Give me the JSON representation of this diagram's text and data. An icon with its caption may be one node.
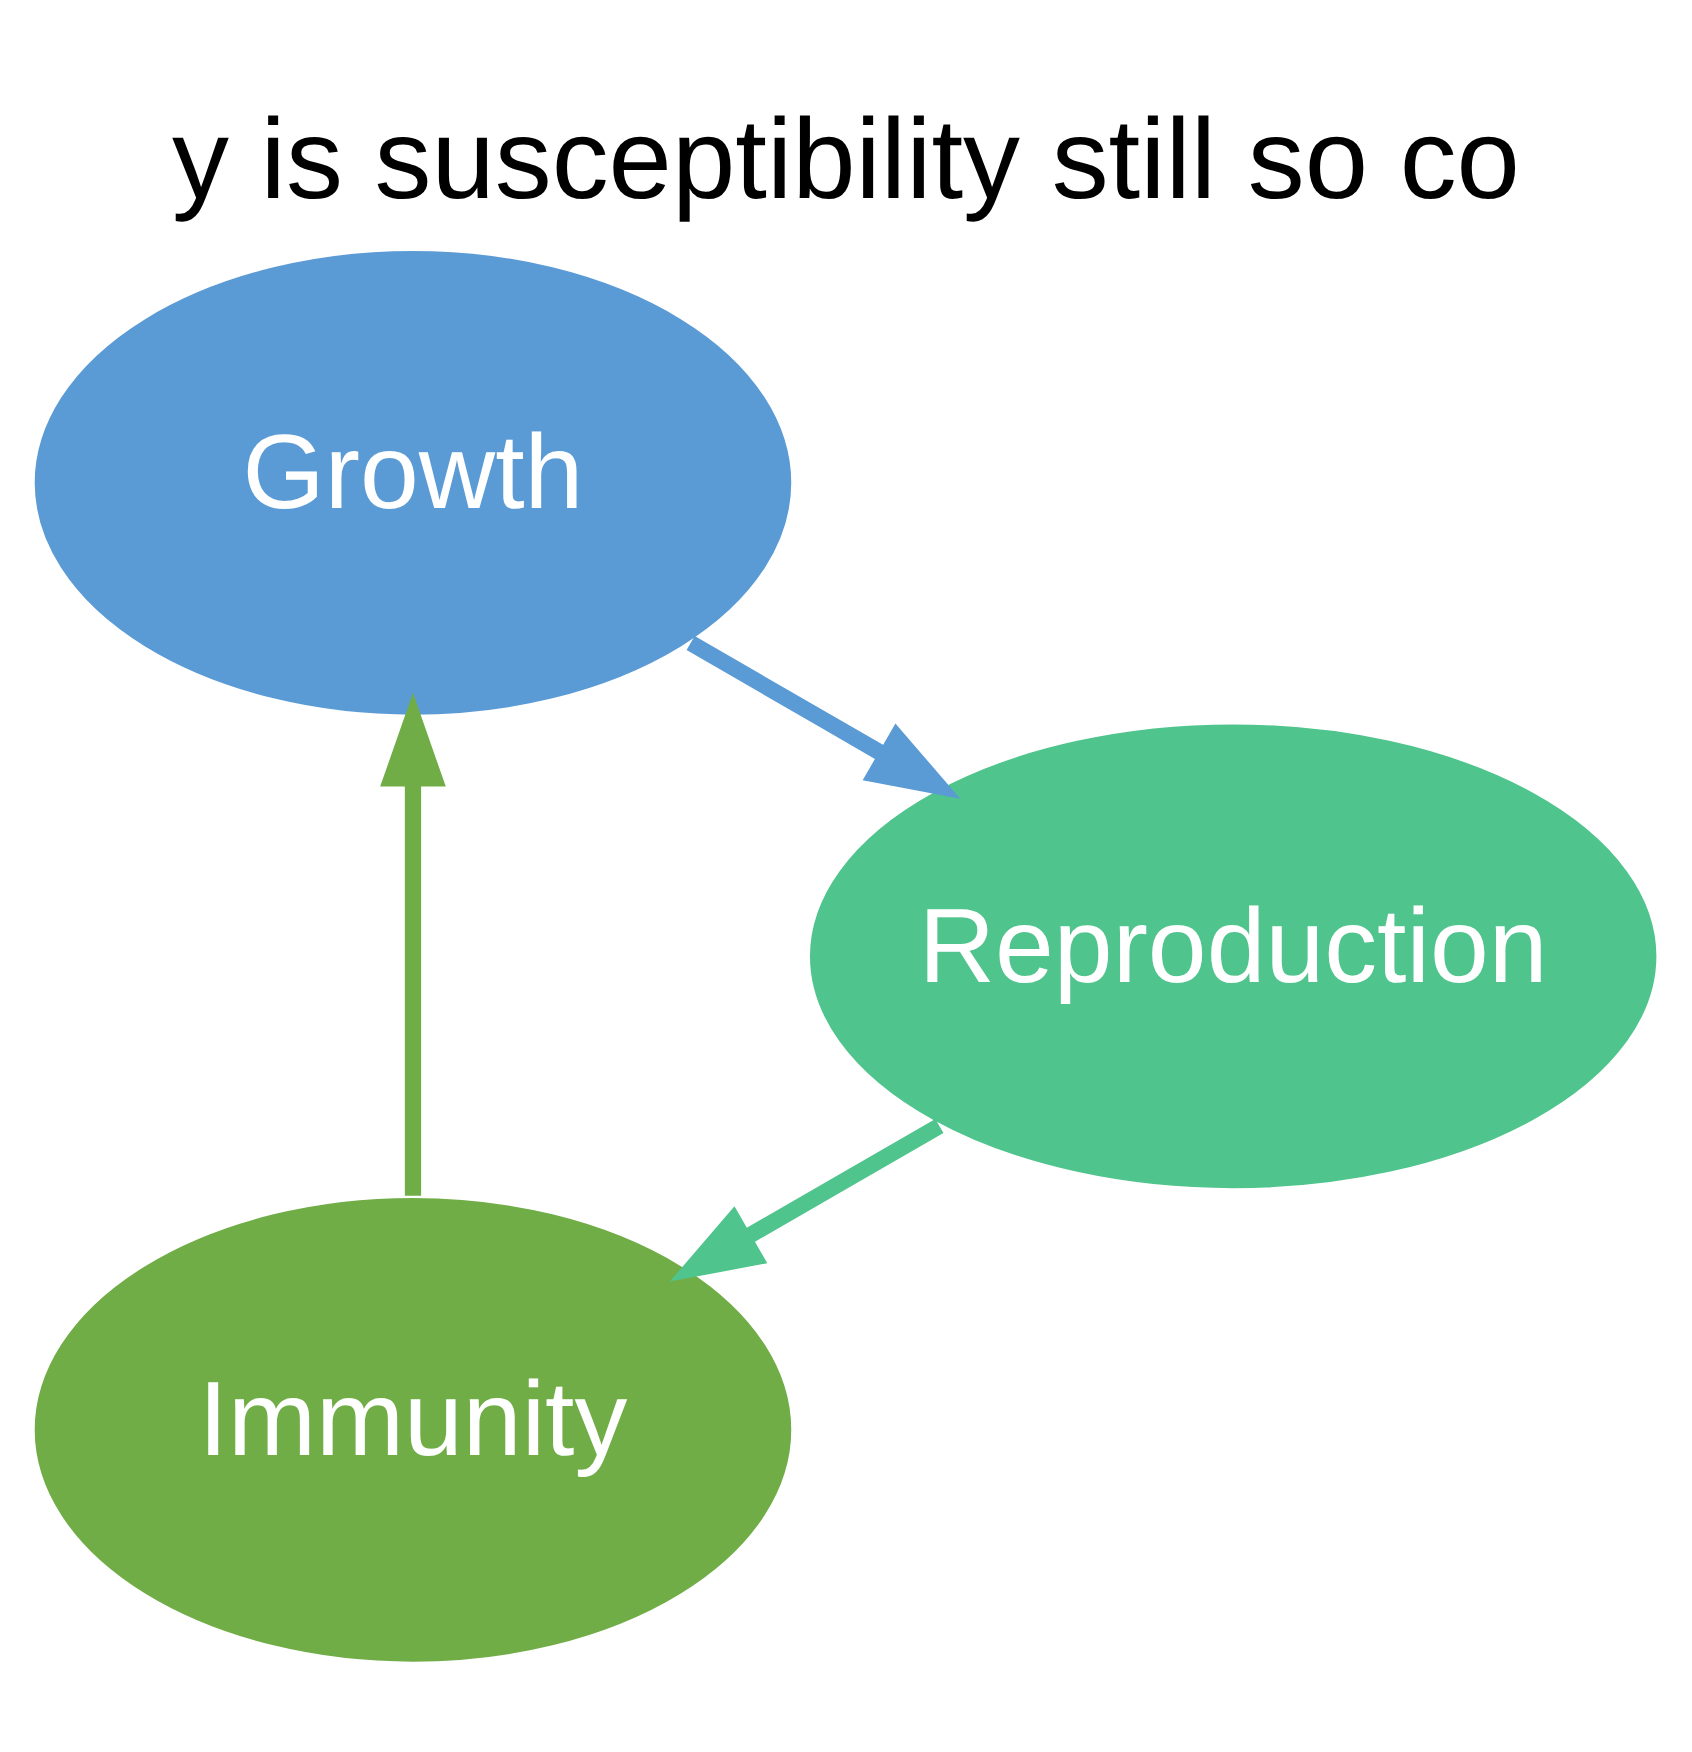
{
  "diagram": {
    "title": "y is susceptibility still so co",
    "nodes": [
      {
        "text": [
          "Immunity"
        ]
      },
      {
        "text": [
          "Growth"
        ]
      },
      {
        "text": [
          "Reproduction"
        ]
      }
    ],
    "edges": [
      {
        "from": 0,
        "to": 1,
        "arrow": "to",
        "color": "#70ad47"
      },
      {
        "from": 1,
        "to": 2,
        "arrow": "to",
        "color": "#5b9bd5"
      },
      {
        "from": 2,
        "to": 0,
        "arrow": "to",
        "color": "#4fc48c"
      }
    ]
  }
}
